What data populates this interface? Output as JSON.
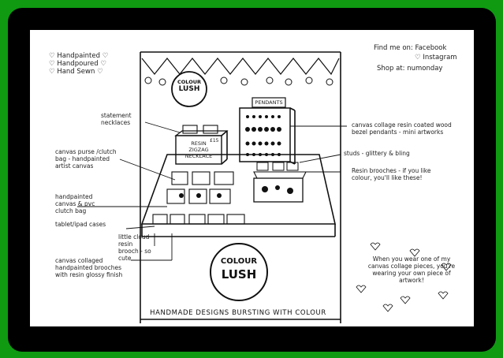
{
  "left_notes": {
    "list": [
      "♡ Handpainted ♡",
      "♡ Handpoured ♡",
      "♡ Hand Sewn ♡"
    ],
    "statement": "statement necklaces",
    "canvas_purse": "canvas purse /clutch bag - handpainted artist canvas",
    "handpainted_bag": "handpainted canvas & pvc clutch bag",
    "tablet": "tablet/ipad cases",
    "little_cloud": "little cloud resin brooch - so cute",
    "canvas_collaged": "canvas collaged handpainted brooches with resin glossy finish"
  },
  "right_notes": {
    "facebook": "Find me on: Facebook",
    "instagram": "♡ Instagram",
    "shop": "Shop at: numonday",
    "pendants_note": "canvas collage resin coated wood bezel pendants - mini artworks",
    "studs": "studs - glittery & bling",
    "resin_brooches": "Resin brooches - if you like colour, you'll like these!",
    "quote": "When you wear one of my canvas collage pieces, you're wearing your own piece of artwork!"
  },
  "stall": {
    "logo_small_line1": "COLOUR",
    "logo_small_line2": "LUSH",
    "logo_big_line1": "COLOUR",
    "logo_big_line2": "LUSH",
    "pendants_sign": "PENDANTS",
    "resin_box_line1": "RESIN",
    "resin_box_line2": "ZIGZAG",
    "resin_box_line3": "NECKLACE",
    "price": "£15",
    "tagline": "HANDMADE DESIGNS BURSTING WITH COLOUR"
  },
  "colors": {
    "background": "#0f9a12",
    "frame": "#000000",
    "paper": "#ffffff",
    "ink": "#111111"
  }
}
